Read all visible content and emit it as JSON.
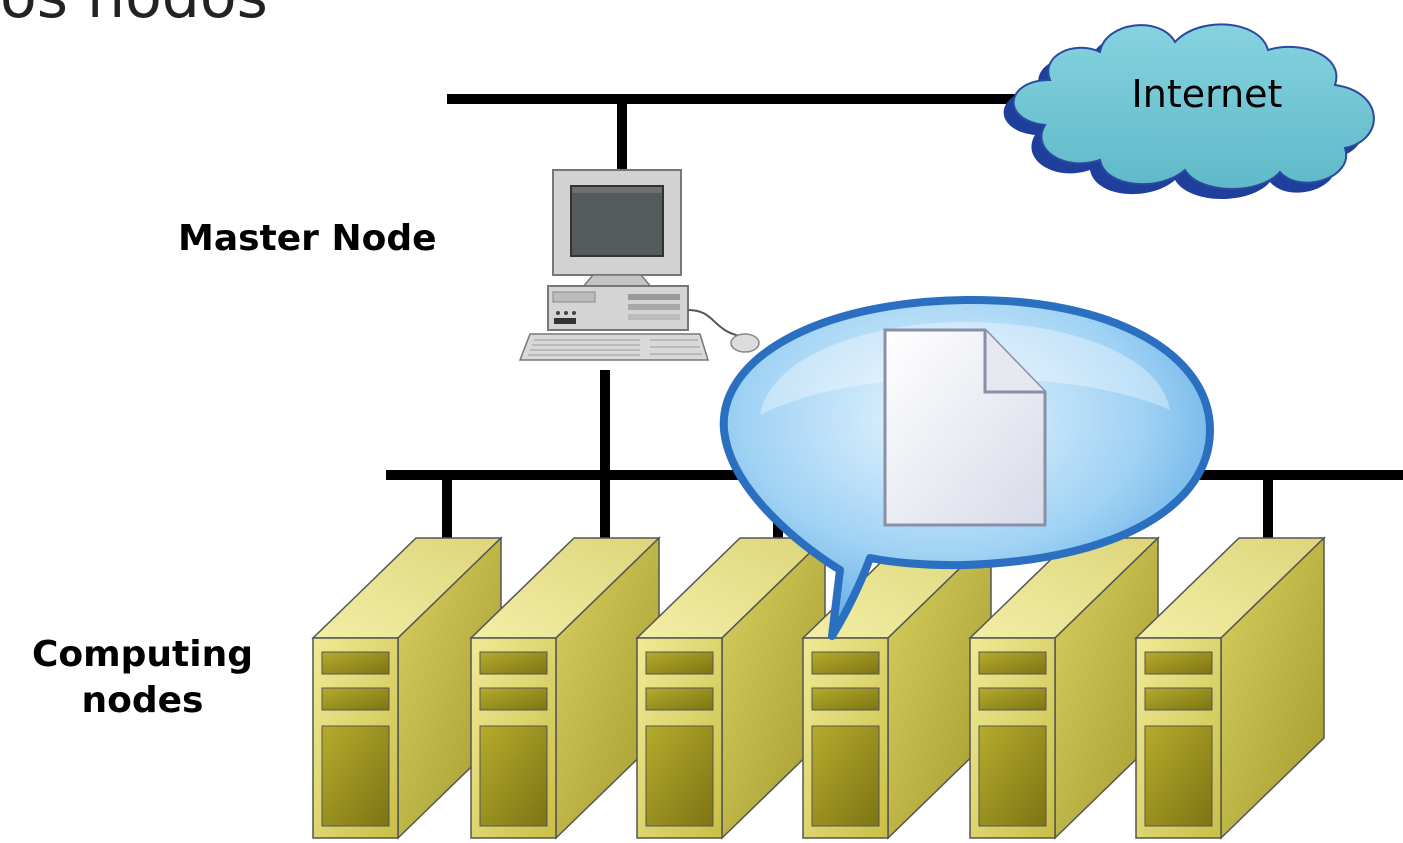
{
  "slide": {
    "title": "os nodos"
  },
  "labels": {
    "internet": "Internet",
    "master_node": "Master Node",
    "computing_nodes_line1": "Computing",
    "computing_nodes_line2": "nodes"
  },
  "computing_node_count": 6,
  "colors": {
    "network_line": "#000000",
    "cloud_fill": "#6fc6d4",
    "cloud_shadow": "#1f3f9c",
    "server_body": "#d8cf62",
    "bubble_blue": "#2a6fc0"
  }
}
